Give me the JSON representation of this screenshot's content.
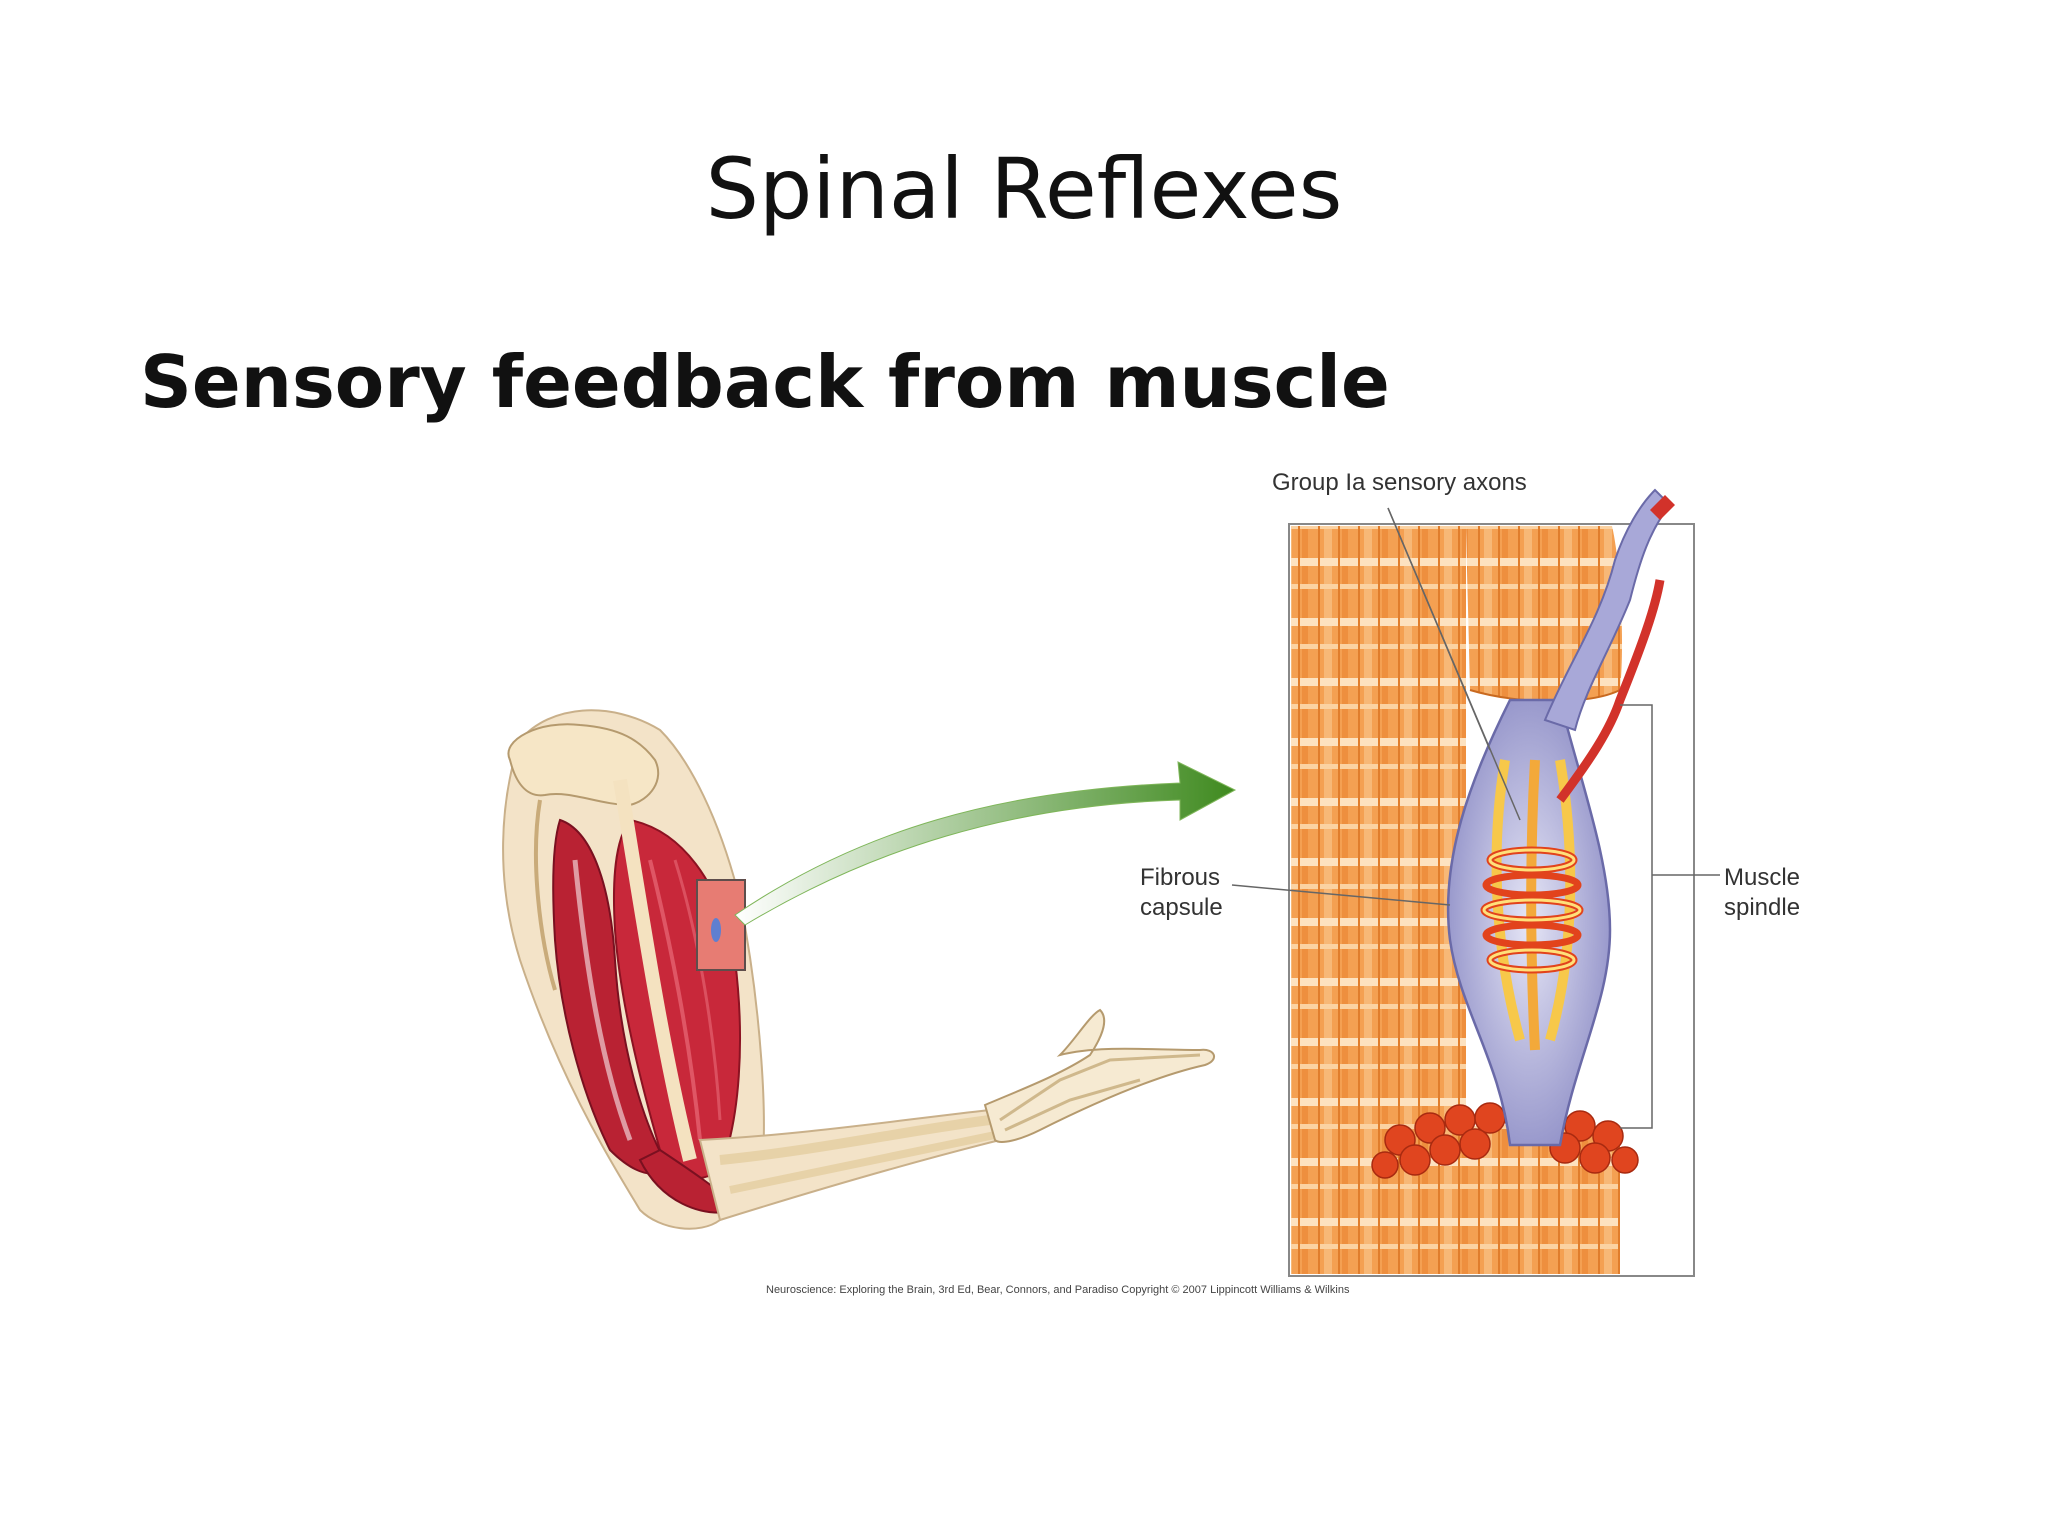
{
  "slide": {
    "title": "Spinal Reflexes",
    "subtitle": "Sensory feedback from muscle"
  },
  "figure": {
    "labels": {
      "group_ia_axons": "Group Ia sensory axons",
      "fibrous_line1": "Fibrous",
      "fibrous_line2": "capsule",
      "spindle_line1": "Muscle",
      "spindle_line2": "spindle"
    },
    "credit": "Neuroscience: Exploring the Brain, 3rd Ed, Bear, Connors, and Paradiso Copyright © 2007 Lippincott Williams & Wilkins"
  },
  "colors": {
    "muscle_fiber": "#f4a052",
    "muscle_fiber_light": "#fde2c0",
    "bicep_red": "#c8283a",
    "bone": "#f6e6c6",
    "capsule": "#a8a8d8",
    "arrow_green": "#3f8a1f",
    "nerve_red": "#d2322a"
  }
}
